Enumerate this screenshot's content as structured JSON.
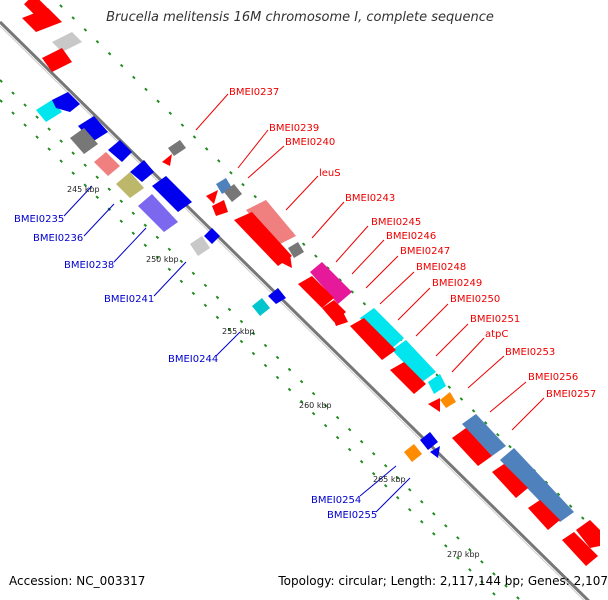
{
  "title": "Brucella melitensis 16M chromosome I, complete sequence",
  "footer": {
    "accession": "Accession: NC_003317",
    "topology": "Topology: circular; Length: 2,117,144 bp; Genes: 2,107"
  },
  "colors": {
    "red": "#ff0000",
    "blue": "#0000ee",
    "light_blue": "#4f81bd",
    "gray": "#777777",
    "light_gray": "#c8c8c8",
    "salmon": "#f08080",
    "olive": "#bdb76b",
    "lavender": "#7b68ee",
    "cyan": "#00e5ee",
    "teal": "#00c5cd",
    "magenta": "#e6199b",
    "orange": "#ff8c00",
    "label_red": "#ee0000",
    "label_blue": "#0000cc",
    "tick_green": "#228b22"
  },
  "ticks": [
    "245 kbp",
    "250 kbp",
    "255 kbp",
    "260 kbp",
    "265 kbp",
    "270 kbp"
  ],
  "gene_labels_right": [
    "BMEI0237",
    "BMEI0239",
    "BMEI0240",
    "leuS",
    "BMEI0243",
    "BMEI0245",
    "BMEI0246",
    "BMEI0247",
    "BMEI0248",
    "BMEI0249",
    "BMEI0250",
    "BMEI0251",
    "atpC",
    "BMEI0253",
    "BMEI0256",
    "BMEI0257"
  ],
  "gene_labels_left": [
    "BMEI0235",
    "BMEI0236",
    "BMEI0238",
    "BMEI0241",
    "BMEI0244",
    "BMEI0254",
    "BMEI0255"
  ]
}
